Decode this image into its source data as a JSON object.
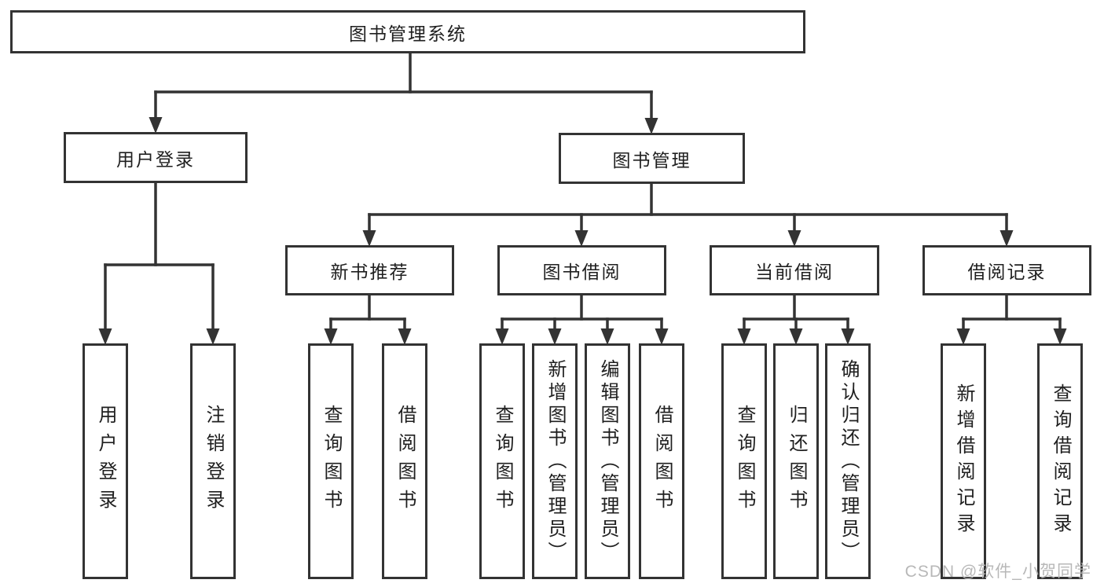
{
  "diagram": {
    "title": "图书管理系统",
    "branches": [
      {
        "label": "用户登录",
        "children": [
          {
            "label": "用户登录"
          },
          {
            "label": "注销登录"
          }
        ]
      },
      {
        "label": "图书管理",
        "children": [
          {
            "label": "新书推荐",
            "children": [
              {
                "label": "查询图书"
              },
              {
                "label": "借阅图书"
              }
            ]
          },
          {
            "label": "图书借阅",
            "children": [
              {
                "label": "查询图书"
              },
              {
                "label": "新增图书（管理员）"
              },
              {
                "label": "编辑图书（管理员）"
              },
              {
                "label": "借阅图书"
              }
            ]
          },
          {
            "label": "当前借阅",
            "children": [
              {
                "label": "查询图书"
              },
              {
                "label": "归还图书"
              },
              {
                "label": "确认归还（管理员）"
              }
            ]
          },
          {
            "label": "借阅记录",
            "children": [
              {
                "label": "新增借阅记录"
              },
              {
                "label": "查询借阅记录"
              }
            ]
          }
        ]
      }
    ]
  },
  "watermark": {
    "text": "CSDN @软件_小贺同学"
  },
  "colors": {
    "background": "#ffffff",
    "line": "#333333",
    "text": "#1f1f1f",
    "watermark": "#b3b3b3"
  }
}
